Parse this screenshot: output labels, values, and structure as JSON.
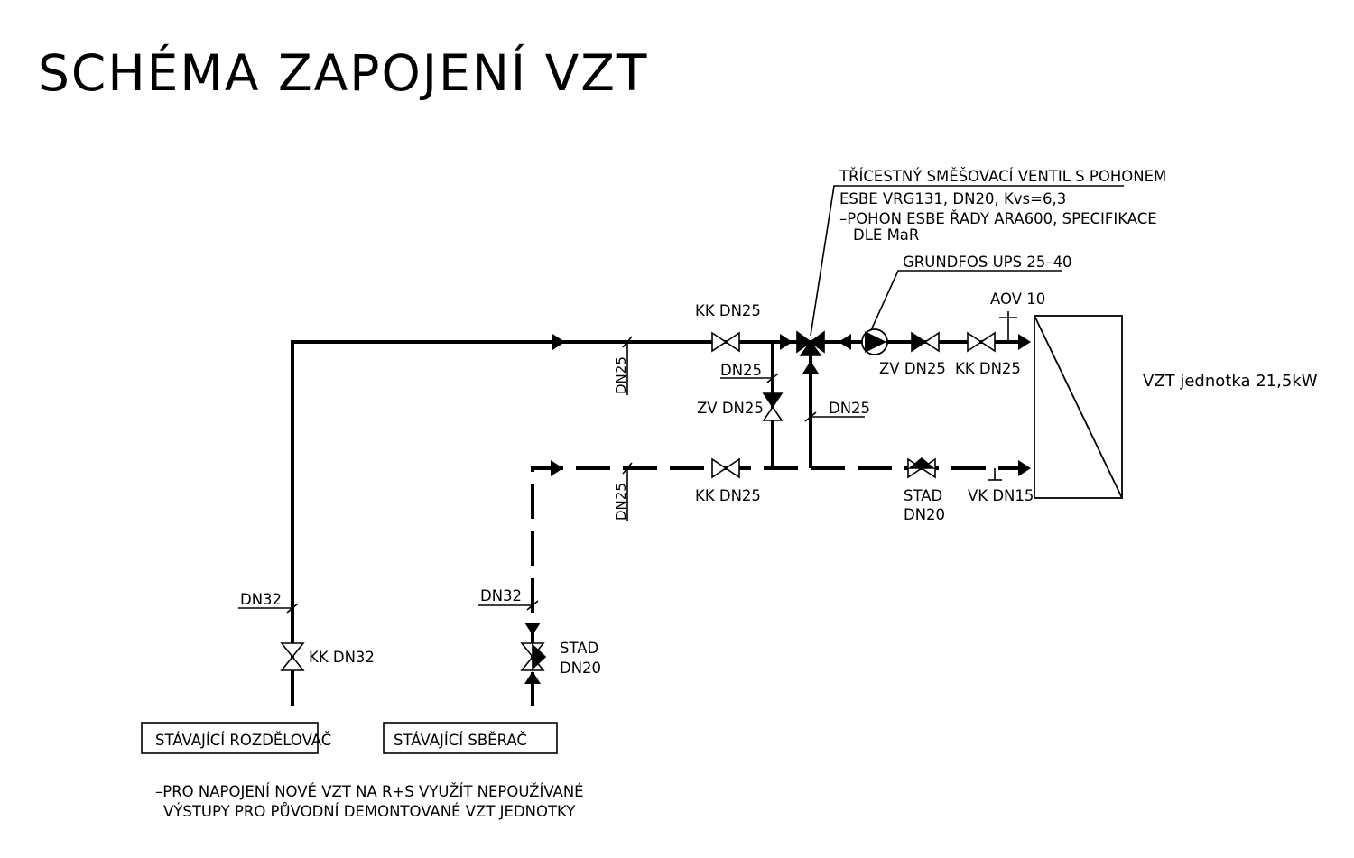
{
  "title": "SCHÉMA ZAPOJENÍ VZT",
  "mixing_valve": {
    "title": "TŘÍCESTNÝ SMĚŠOVACÍ VENTIL S POHONEM",
    "line1": "ESBE VRG131, DN20, Kvs=6,3",
    "line2": "–POHON ESBE ŘADY ARA600, SPECIFIKACE",
    "line3": "DLE MaR"
  },
  "pump": {
    "label": "GRUNDFOS UPS 25–40"
  },
  "vent": {
    "label": "AOV 10"
  },
  "unit": {
    "label": "VZT jednotka 21,5kW"
  },
  "supply": {
    "kk_main": "KK DN25",
    "zv_out": "ZV DN25",
    "kk_out": "KK DN25",
    "dn_vertical": "DN25"
  },
  "bypass": {
    "dn": "DN25",
    "zv": "ZV DN25",
    "dn_mix": "DN25"
  },
  "return": {
    "kk": "KK DN25",
    "stad_1": "STAD",
    "stad_2": "DN20",
    "vk": "VK DN15",
    "dn_vertical": "DN25"
  },
  "left_feed": {
    "dn": "DN32",
    "kk": "KK DN32",
    "box": "STÁVAJÍCÍ ROZDĚLOVAČ"
  },
  "right_feed": {
    "dn": "DN32",
    "stad_1": "STAD",
    "stad_2": "DN20",
    "box": "STÁVAJÍCÍ SBĚRAČ"
  },
  "note": {
    "line1": "–PRO NAPOJENÍ NOVÉ VZT NA R+S VYUŽÍT NEPOUŽÍVANÉ",
    "line2": "VÝSTUPY PRO PŮVODNÍ DEMONTOVANÉ VZT JEDNOTKY"
  }
}
